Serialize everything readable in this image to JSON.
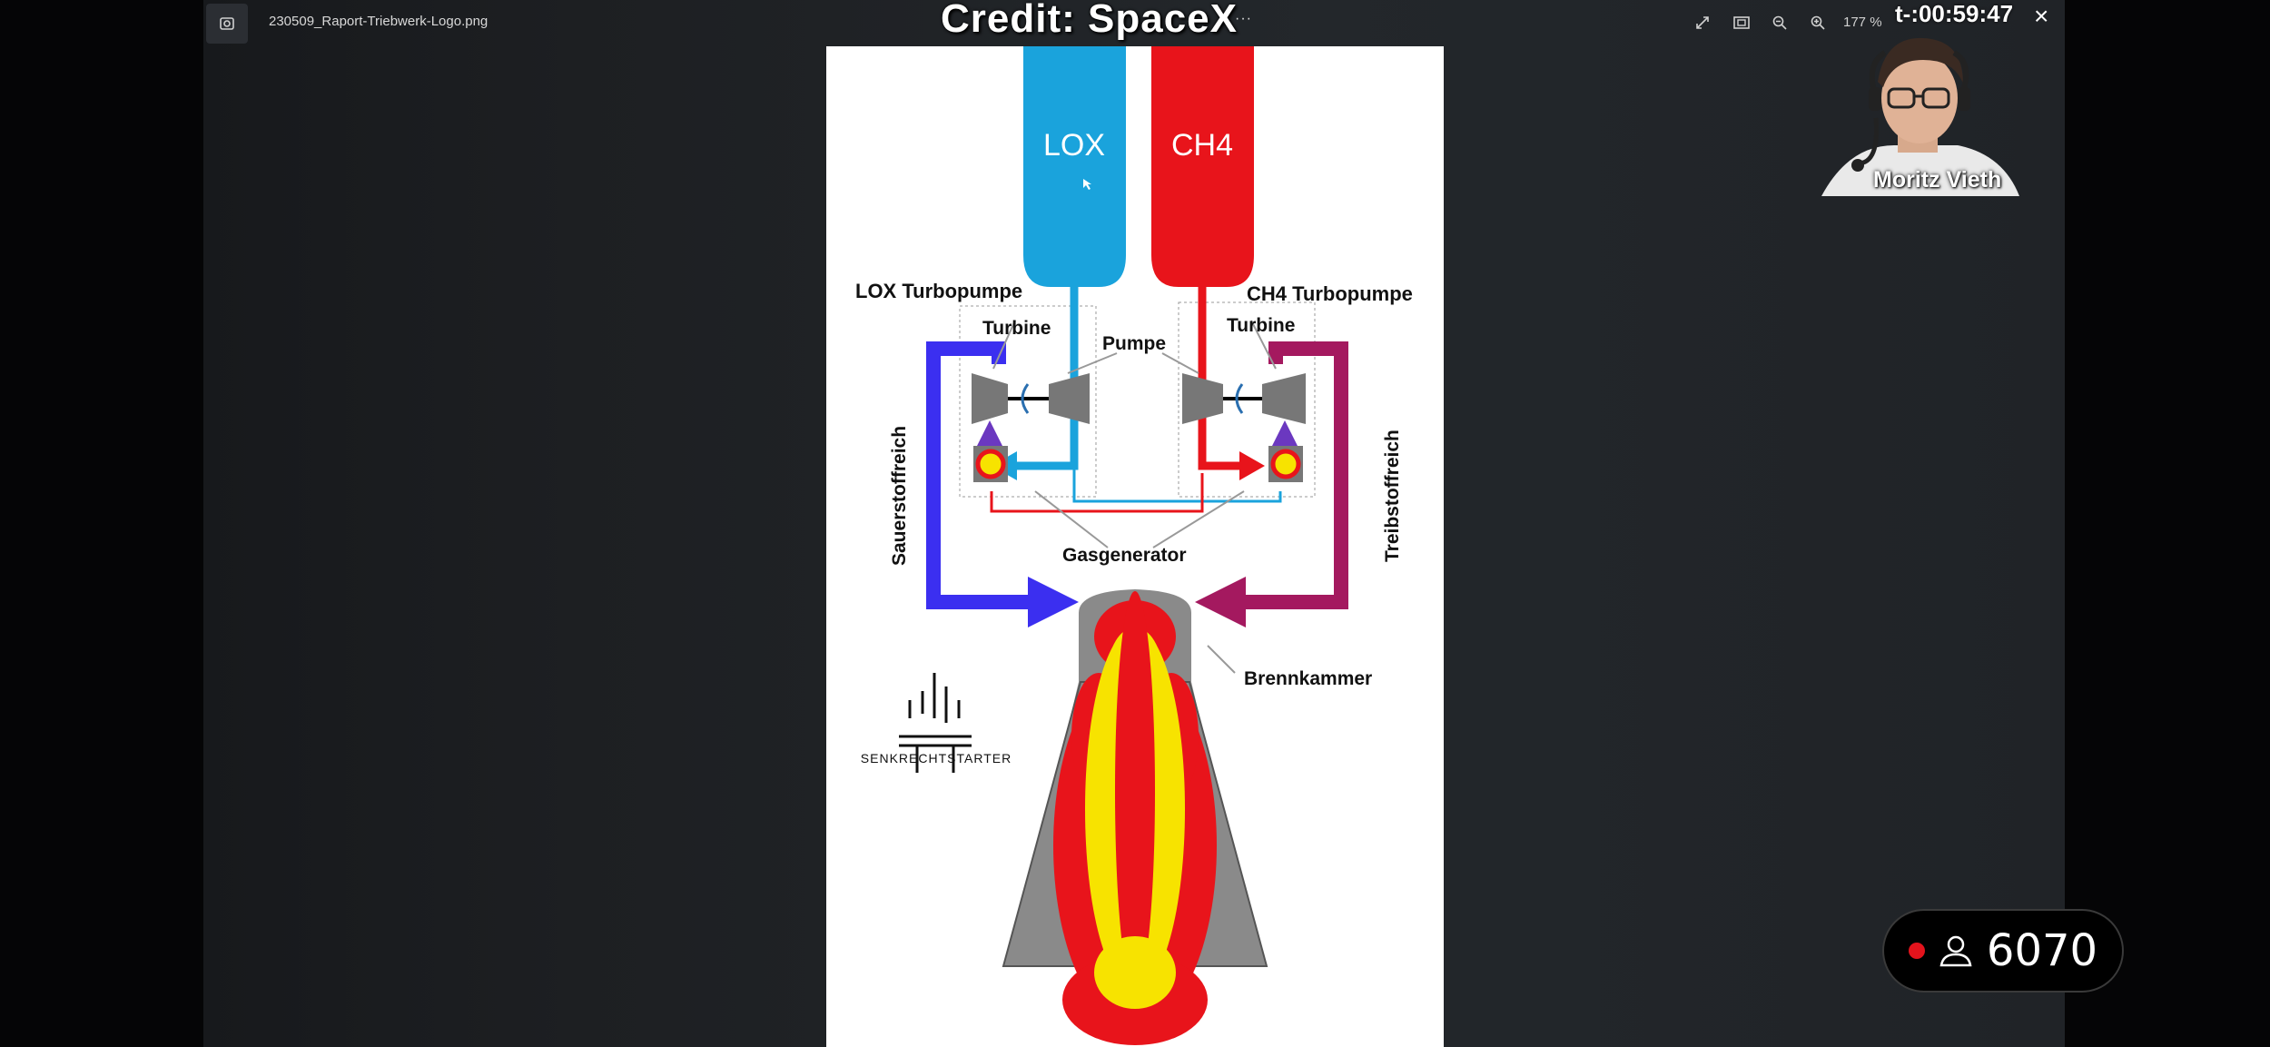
{
  "viewer": {
    "filename": "230509_Raport-Triebwerk-Logo.png",
    "zoom": "177 %",
    "credit": "Credit: SpaceX",
    "more": "···",
    "timer": "t-:00:59:47"
  },
  "stream": {
    "presenter": "Moritz Vieth",
    "viewer_count": "6070",
    "live_color": "#e3131c"
  },
  "diagram": {
    "tank_lox": "LOX",
    "tank_ch4": "CH4",
    "lox_turbopump": "LOX Turbopumpe",
    "ch4_turbopump": "CH4 Turbopumpe",
    "turbine_left": "Turbine",
    "turbine_right": "Turbine",
    "pumpe": "Pumpe",
    "sauerstoffreich": "Sauerstoffreich",
    "treibstoffreich": "Treibstoffreich",
    "gasgenerator": "Gasgenerator",
    "brennkammer": "Brennkammer",
    "logo_text": "SENKRECHTSTARTER",
    "colors": {
      "lox": "#1aa3dc",
      "ch4": "#e8141b",
      "oxygen_rich": "#3b2ff0",
      "fuel_rich": "#a4195f"
    }
  }
}
